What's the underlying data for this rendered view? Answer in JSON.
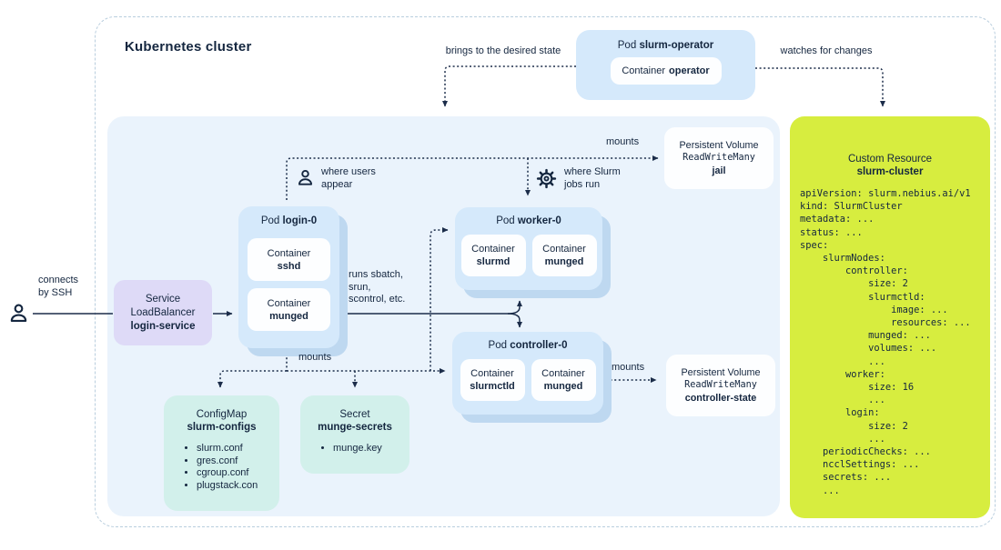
{
  "title": "Kubernetes cluster",
  "colors": {
    "ink": "#14263f",
    "pod_blue": "#d5e9fb",
    "pod_shadow": "#bed8f0",
    "region_blue": "#eaf3fc",
    "mint": "#d2f0eb",
    "purple": "#dedaf7",
    "yellow": "#d7ed3f"
  },
  "labels": {
    "brings": "brings to the desired state",
    "watches": "watches for changes",
    "connects": "connects\nby SSH",
    "where_users": "where users\nappear",
    "where_slurm": "where Slurm\njobs run",
    "mounts_jail": "mounts",
    "mounts_controller": "mounts",
    "mounts_bottom": "mounts",
    "runs": "runs sbatch,\nsrun,\nscontrol, etc."
  },
  "operator_pod": {
    "type": "Pod",
    "name": "slurm-operator",
    "container": {
      "type": "Container",
      "name": "operator"
    }
  },
  "service": {
    "line1": "Service",
    "line2": "LoadBalancer",
    "name": "login-service"
  },
  "pods": {
    "login": {
      "type": "Pod",
      "name": "login-0",
      "containers": [
        {
          "type": "Container",
          "name": "sshd"
        },
        {
          "type": "Container",
          "name": "munged"
        }
      ]
    },
    "worker": {
      "type": "Pod",
      "name": "worker-0",
      "containers": [
        {
          "type": "Container",
          "name": "slurmd"
        },
        {
          "type": "Container",
          "name": "munged"
        }
      ]
    },
    "controller": {
      "type": "Pod",
      "name": "controller-0",
      "containers": [
        {
          "type": "Container",
          "name": "slurmctld"
        },
        {
          "type": "Container",
          "name": "munged"
        }
      ]
    }
  },
  "config_map": {
    "type": "ConfigMap",
    "name": "slurm-configs",
    "files": [
      "slurm.conf",
      "gres.conf",
      "cgroup.conf",
      "plugstack.con"
    ]
  },
  "secret": {
    "type": "Secret",
    "name": "munge-secrets",
    "files": [
      "munge.key"
    ]
  },
  "pv_jail": {
    "line1": "Persistent Volume",
    "line2": "ReadWriteMany",
    "name": "jail"
  },
  "pv_controller": {
    "line1": "Persistent Volume",
    "line2": "ReadWriteMany",
    "name": "controller-state"
  },
  "custom_resource": {
    "line1": "Custom Resource",
    "name": "slurm-cluster",
    "yaml": "apiVersion: slurm.nebius.ai/v1\nkind: SlurmCluster\nmetadata: ...\nstatus: ...\nspec:\n    slurmNodes:\n        controller:\n            size: 2\n            slurmctld:\n                image: ...\n                resources: ...\n            munged: ...\n            volumes: ...\n            ...\n        worker:\n            size: 16\n            ...\n        login:\n            size: 2\n            ...\n    periodicChecks: ...\n    ncclSettings: ...\n    secrets: ...\n    ..."
  }
}
